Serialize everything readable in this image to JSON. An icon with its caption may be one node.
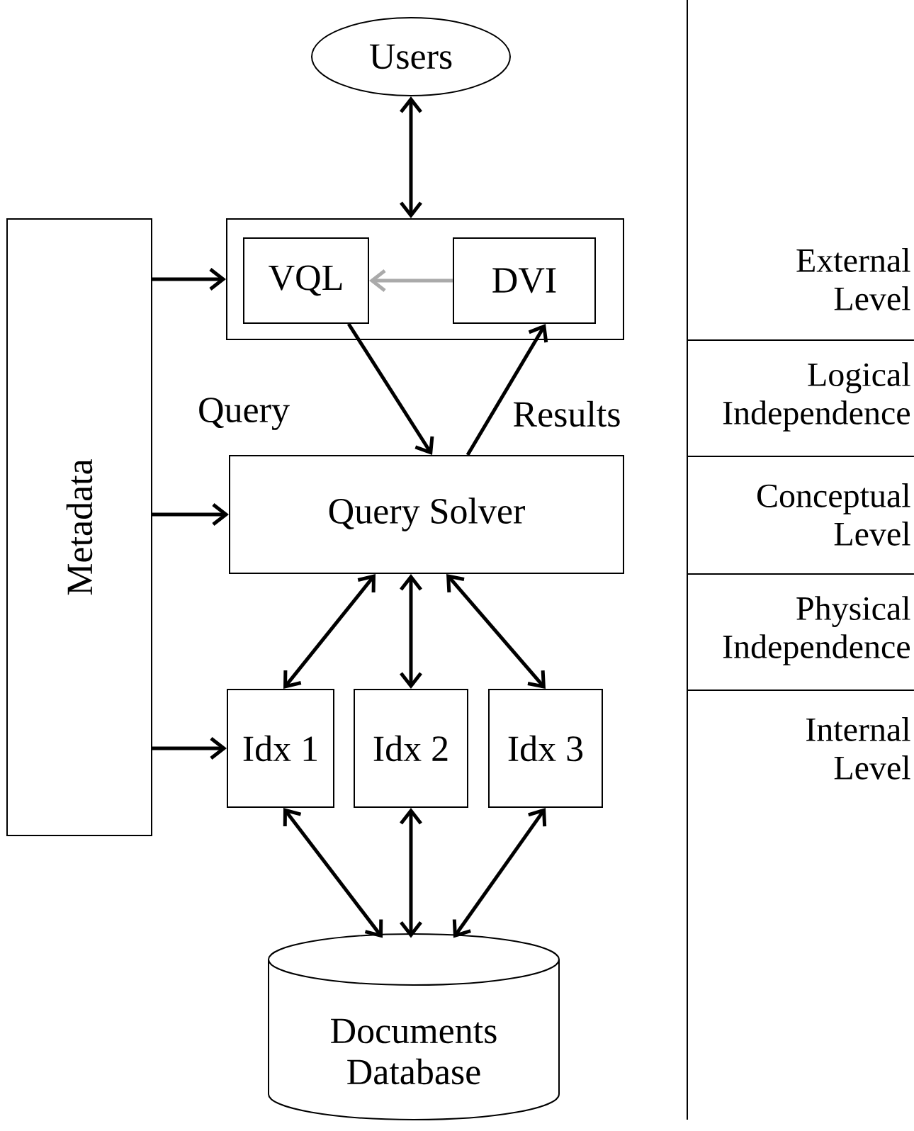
{
  "diagram": {
    "nodes": [
      {
        "text": [
          "Users"
        ]
      },
      {
        "text": [],
        "shape": "box"
      },
      {
        "text": [
          "VQL"
        ],
        "in": 1
      },
      {
        "text": [
          "DVI"
        ],
        "in": 1
      },
      {
        "text": [
          "Metadata"
        ]
      },
      {
        "text": [
          "Query Solver"
        ]
      },
      {
        "text": [
          "Idx 1"
        ]
      },
      {
        "text": [
          "Idx 2"
        ]
      },
      {
        "text": [
          "Idx 3"
        ]
      },
      {
        "text": [
          "Documents Database"
        ]
      }
    ],
    "edges": [
      {
        "from": 0,
        "to": 1,
        "arrow": "both"
      },
      {
        "from": 3,
        "to": 2,
        "arrow": "to",
        "color": "#aaaaaa"
      },
      {
        "from": 4,
        "to": 1,
        "arrow": "to"
      },
      {
        "from": 4,
        "to": 5,
        "arrow": "to"
      },
      {
        "from": 4,
        "to": 6,
        "arrow": "to"
      },
      {
        "from": 2,
        "to": 5,
        "arrow": "to",
        "label": "Query"
      },
      {
        "from": 5,
        "to": 3,
        "arrow": "to",
        "label": "Results"
      },
      {
        "from": 5,
        "to": 6,
        "arrow": "both"
      },
      {
        "from": 5,
        "to": 7,
        "arrow": "both"
      },
      {
        "from": 5,
        "to": 8,
        "arrow": "both"
      },
      {
        "from": 6,
        "to": 9,
        "arrow": "both"
      },
      {
        "from": 7,
        "to": 9,
        "arrow": "both"
      },
      {
        "from": 8,
        "to": 9,
        "arrow": "both"
      }
    ],
    "labels": [
      "External Level",
      "Logical Independence",
      "Conceptual Level",
      "Physical Independence",
      "Internal Level"
    ]
  }
}
